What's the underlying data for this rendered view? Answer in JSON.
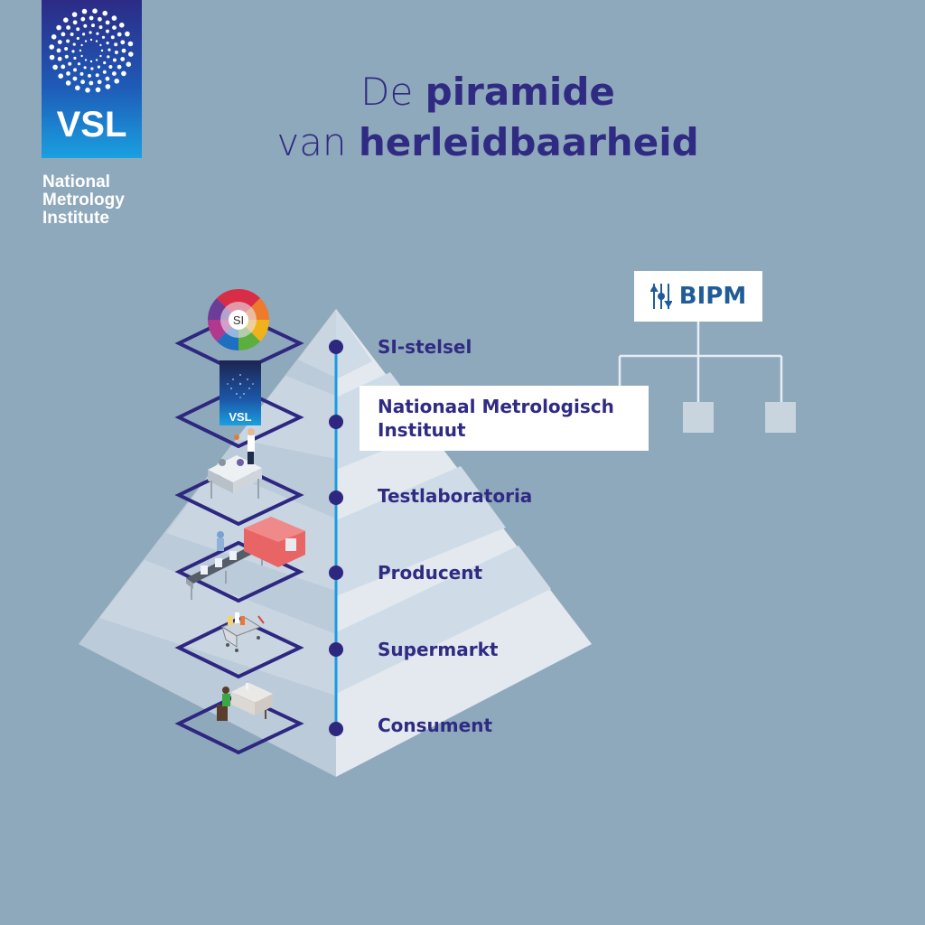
{
  "logo": {
    "brand": "VSL",
    "subtitle_lines": [
      "National",
      "Metrology",
      "Institute"
    ],
    "colors": {
      "top": "#2c2b86",
      "bottom": "#1aa0e0"
    }
  },
  "title": {
    "line1_light": "De ",
    "line1_bold": "piramide",
    "line2_light": "van ",
    "line2_bold": "herleidbaarheid",
    "color": "#302b82"
  },
  "pyramid": {
    "levels": [
      {
        "label": "SI-stelsel",
        "icon": "si-units-wheel-icon"
      },
      {
        "label": "Nationaal Metrologisch Instituut",
        "label_line1": "Nationaal Metrologisch",
        "label_line2": "Instituut",
        "icon": "vsl-logo-icon",
        "highlighted": true
      },
      {
        "label": "Testlaboratoria",
        "icon": "laboratory-scientist-icon"
      },
      {
        "label": "Producent",
        "icon": "conveyor-production-icon"
      },
      {
        "label": "Supermarkt",
        "icon": "shopping-cart-icon"
      },
      {
        "label": "Consument",
        "icon": "consumer-dining-icon"
      }
    ],
    "colors": {
      "timeline_line": "#1a9be0",
      "timeline_dot": "#2e2780",
      "diamond": "#2e2780",
      "face_light": "#e3e9ef",
      "face_mid": "#cfdce8",
      "face_dark": "#bccbd9"
    }
  },
  "bipm": {
    "label": "BIPM",
    "icon": "bipm-sliders-icon",
    "color": "#1f5c99"
  },
  "colors": {
    "background": "#8fa9bc"
  }
}
